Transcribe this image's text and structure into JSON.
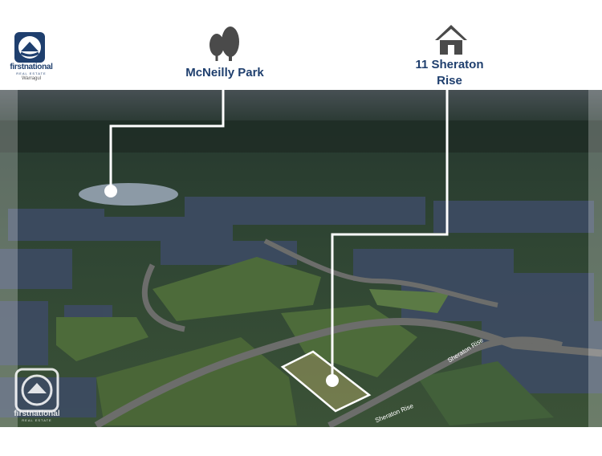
{
  "header": {
    "brand": {
      "name": "firstnational",
      "tagline": "REAL ESTATE",
      "office": "Warragul"
    },
    "markers": [
      {
        "label": "McNeilly Park",
        "icon": "trees-icon"
      },
      {
        "label": "11 Sheraton Rise",
        "label_line1": "11 Sheraton",
        "label_line2": "Rise",
        "icon": "house-icon"
      }
    ]
  },
  "photo": {
    "street_labels": [
      "Sheraton Rise",
      "Sheraton Rise"
    ],
    "watermark": {
      "name": "firstnational",
      "tagline": "REAL ESTATE"
    }
  },
  "colors": {
    "brand_blue": "#1f3f6e",
    "line": "#ffffff",
    "background": "#ffffff"
  }
}
